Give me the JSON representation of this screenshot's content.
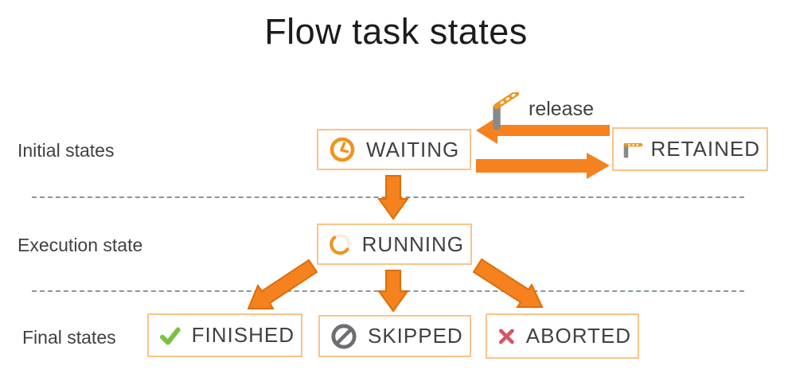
{
  "title": "Flow task states",
  "rows": [
    {
      "label": "Initial states"
    },
    {
      "label": "Execution state"
    },
    {
      "label": "Final states"
    }
  ],
  "states": {
    "waiting": {
      "label": "WAITING",
      "icon": "clock-icon"
    },
    "retained": {
      "label": "RETAINED",
      "icon": "barrier-closed-icon"
    },
    "running": {
      "label": "RUNNING",
      "icon": "spinner-icon"
    },
    "finished": {
      "label": "FINISHED",
      "icon": "check-icon"
    },
    "skipped": {
      "label": "SKIPPED",
      "icon": "no-entry-icon"
    },
    "aborted": {
      "label": "ABORTED",
      "icon": "cross-icon"
    }
  },
  "transitions": {
    "release_label": "release"
  },
  "colors": {
    "orange": "#f5821f",
    "orange-dark": "#dd6e08",
    "box-border": "#f9c489",
    "icon-orange": "#ef941c",
    "spinner-track": "#fbeedd",
    "green": "#7ac143",
    "gray-icon": "#6d6e71",
    "post-gray": "#87898c",
    "red": "#d15a66",
    "dash": "#85989b",
    "text": "#414042",
    "title-text": "#1c1c1c"
  }
}
